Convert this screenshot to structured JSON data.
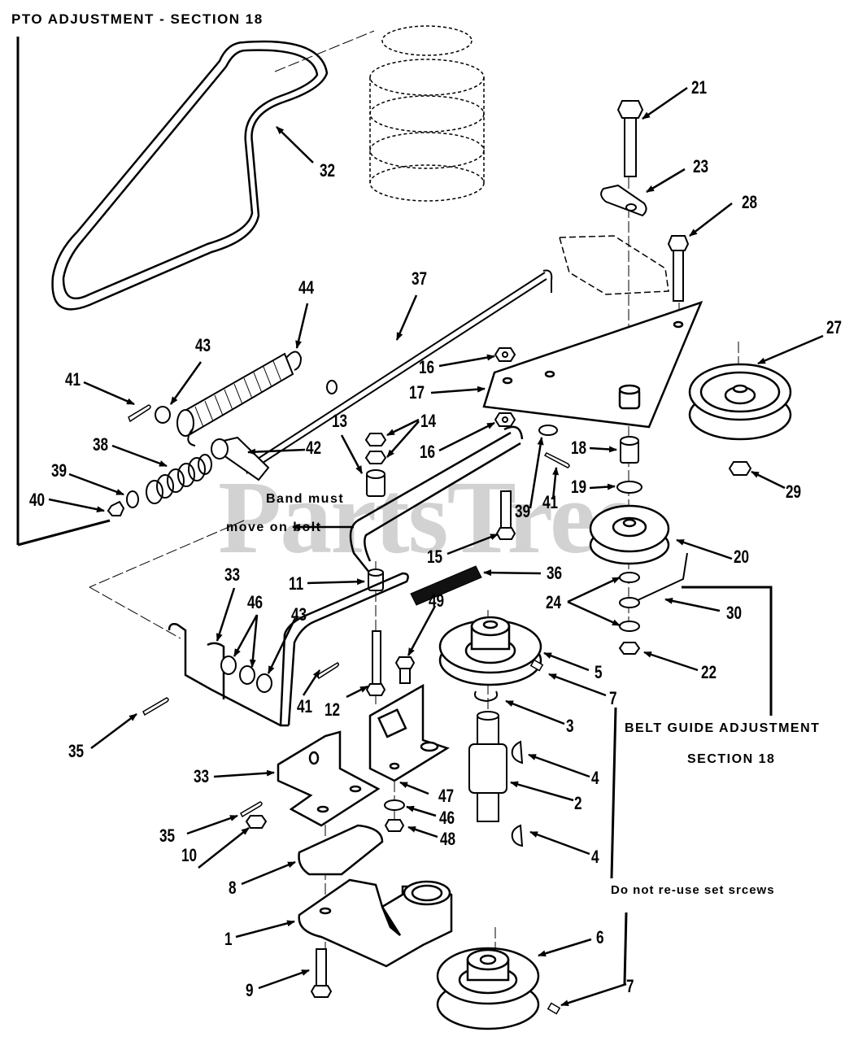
{
  "title": "PTO ADJUSTMENT - SECTION 18",
  "watermark": "PartsTree",
  "notes": {
    "band_must": "Band must",
    "move_on_bolt": "move on bolt",
    "belt_guide_line1": "BELT GUIDE ADJUSTMENT",
    "belt_guide_line2": "SECTION 18",
    "set_screws": "Do not re-use set srcews"
  },
  "callouts": [
    {
      "id": "c21",
      "label": "21"
    },
    {
      "id": "c23",
      "label": "23"
    },
    {
      "id": "c28",
      "label": "28"
    },
    {
      "id": "c32",
      "label": "32"
    },
    {
      "id": "c44",
      "label": "44"
    },
    {
      "id": "c37",
      "label": "37"
    },
    {
      "id": "c43a",
      "label": "43"
    },
    {
      "id": "c41a",
      "label": "41"
    },
    {
      "id": "c27",
      "label": "27"
    },
    {
      "id": "c16a",
      "label": "16"
    },
    {
      "id": "c17",
      "label": "17"
    },
    {
      "id": "c13",
      "label": "13"
    },
    {
      "id": "c14",
      "label": "14"
    },
    {
      "id": "c16b",
      "label": "16"
    },
    {
      "id": "c42",
      "label": "42"
    },
    {
      "id": "c38",
      "label": "38"
    },
    {
      "id": "c39a",
      "label": "39"
    },
    {
      "id": "c40",
      "label": "40"
    },
    {
      "id": "c18",
      "label": "18"
    },
    {
      "id": "c19",
      "label": "19"
    },
    {
      "id": "c29",
      "label": "29"
    },
    {
      "id": "c39b",
      "label": "39"
    },
    {
      "id": "c41b",
      "label": "41"
    },
    {
      "id": "c15",
      "label": "15"
    },
    {
      "id": "c20",
      "label": "20"
    },
    {
      "id": "c11",
      "label": "11"
    },
    {
      "id": "c36",
      "label": "36"
    },
    {
      "id": "c33a",
      "label": "33"
    },
    {
      "id": "c46a",
      "label": "46"
    },
    {
      "id": "c43b",
      "label": "43"
    },
    {
      "id": "c49",
      "label": "49"
    },
    {
      "id": "c24",
      "label": "24"
    },
    {
      "id": "c30",
      "label": "30"
    },
    {
      "id": "c5",
      "label": "5"
    },
    {
      "id": "c7a",
      "label": "7"
    },
    {
      "id": "c22",
      "label": "22"
    },
    {
      "id": "c41c",
      "label": "41"
    },
    {
      "id": "c12",
      "label": "12"
    },
    {
      "id": "c3",
      "label": "3"
    },
    {
      "id": "c35a",
      "label": "35"
    },
    {
      "id": "c33b",
      "label": "33"
    },
    {
      "id": "c47",
      "label": "47"
    },
    {
      "id": "c4a",
      "label": "4"
    },
    {
      "id": "c2",
      "label": "2"
    },
    {
      "id": "c35b",
      "label": "35"
    },
    {
      "id": "c46b",
      "label": "46"
    },
    {
      "id": "c10",
      "label": "10"
    },
    {
      "id": "c48",
      "label": "48"
    },
    {
      "id": "c4b",
      "label": "4"
    },
    {
      "id": "c8",
      "label": "8"
    },
    {
      "id": "c1",
      "label": "1"
    },
    {
      "id": "c6",
      "label": "6"
    },
    {
      "id": "c9",
      "label": "9"
    },
    {
      "id": "c7b",
      "label": "7"
    }
  ]
}
